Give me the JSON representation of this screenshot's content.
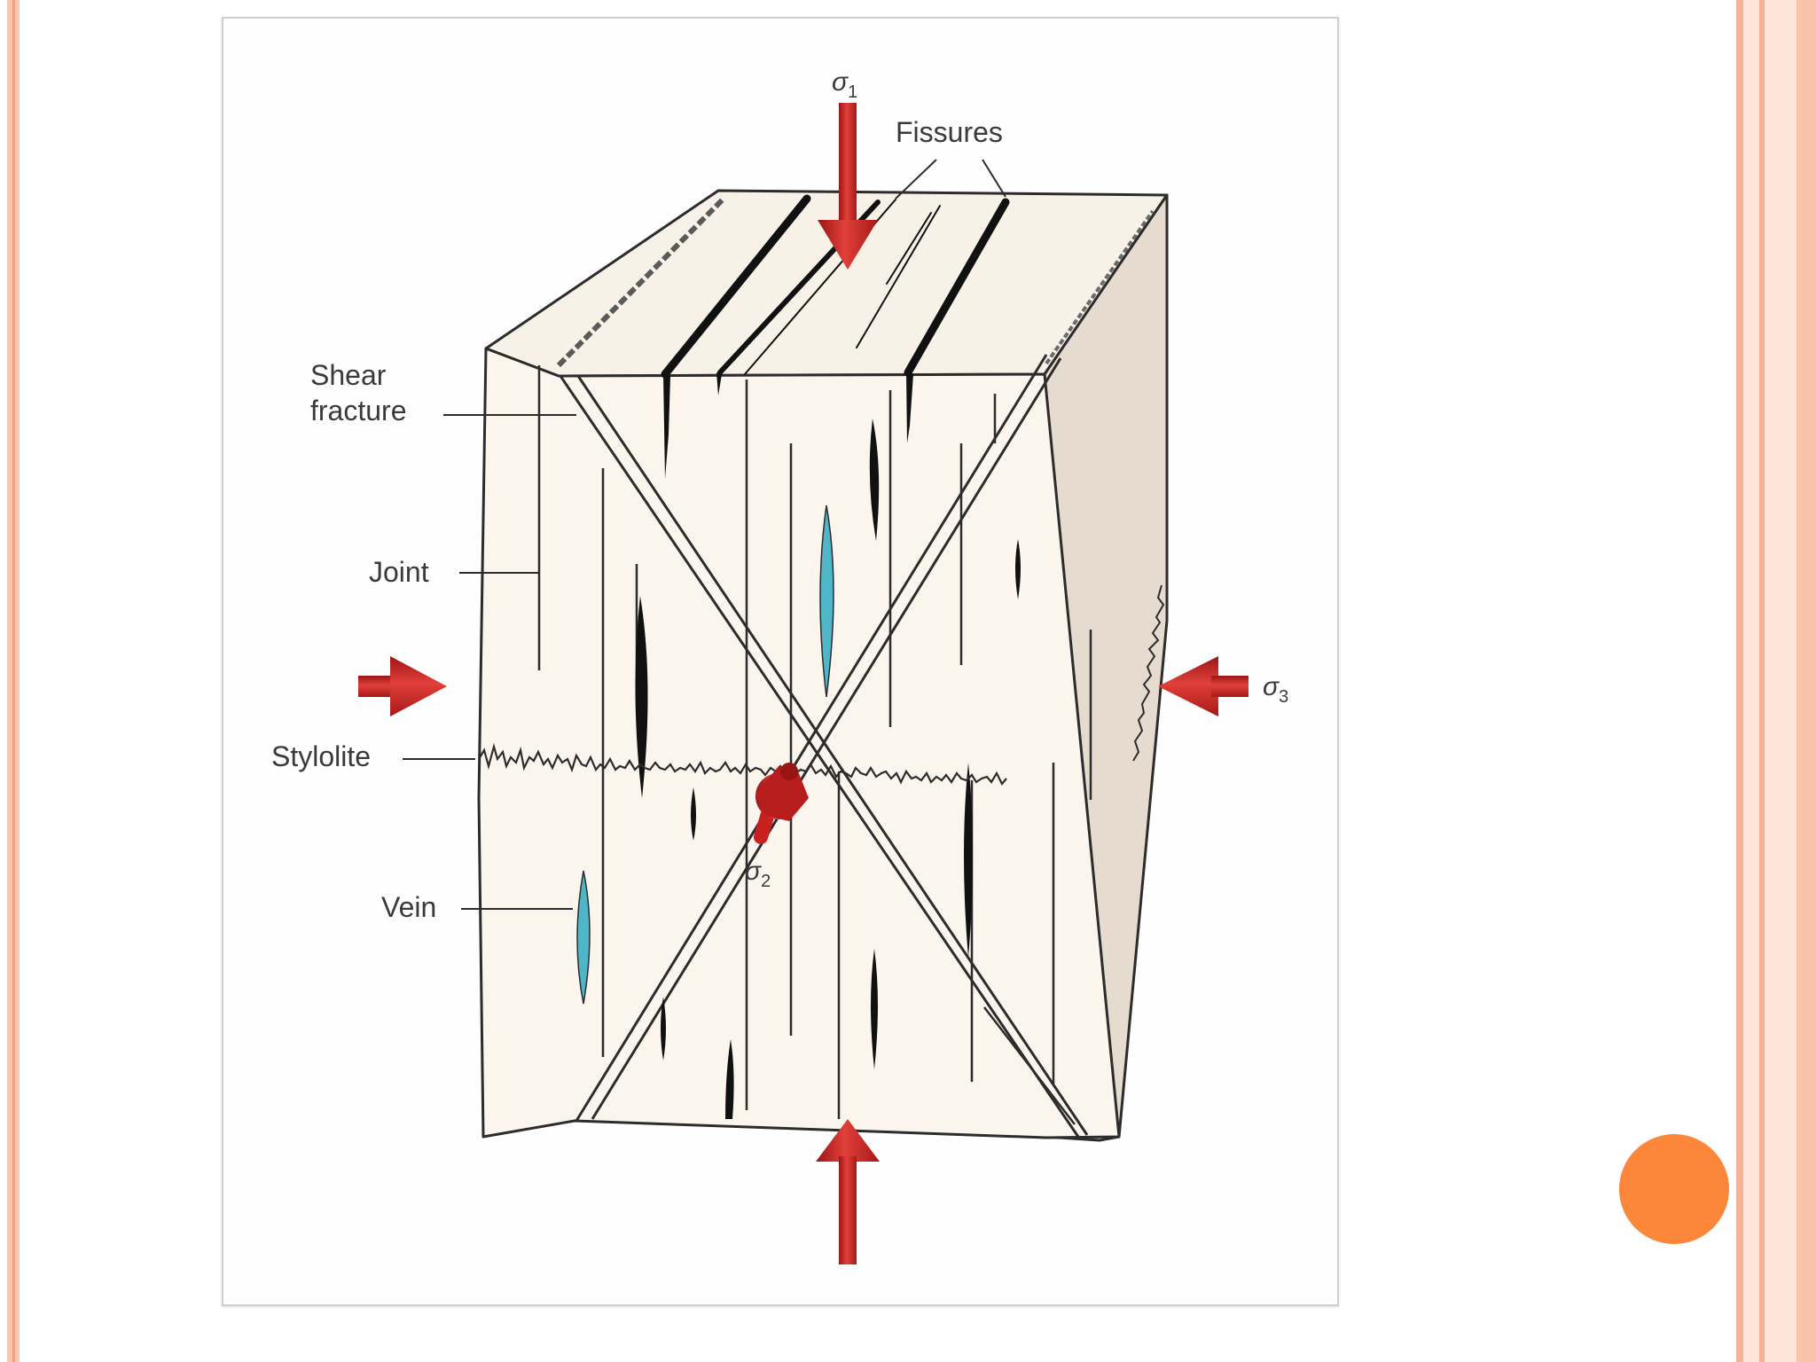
{
  "slide": {
    "colors": {
      "stripe_light": "#fde2d6",
      "stripe_mid": "#f9b79a",
      "accent_circle": "#fc873a",
      "block_face": "#fbf5ee",
      "block_side": "#e7ddd2",
      "vein": "#4fb6c8",
      "arrow": "#c8201f"
    },
    "nav_button_icon": "orange-circle-button"
  },
  "diagram": {
    "labels": {
      "sigma1_symbol": "σ",
      "sigma1_sub": "1",
      "sigma2_symbol": "σ",
      "sigma2_sub": "2",
      "sigma3_symbol": "σ",
      "sigma3_sub": "3",
      "fissures": "Fissures",
      "shear_fracture_line1": "Shear",
      "shear_fracture_line2": "fracture",
      "joint": "Joint",
      "stylolite": "Stylolite",
      "vein": "Vein"
    }
  }
}
